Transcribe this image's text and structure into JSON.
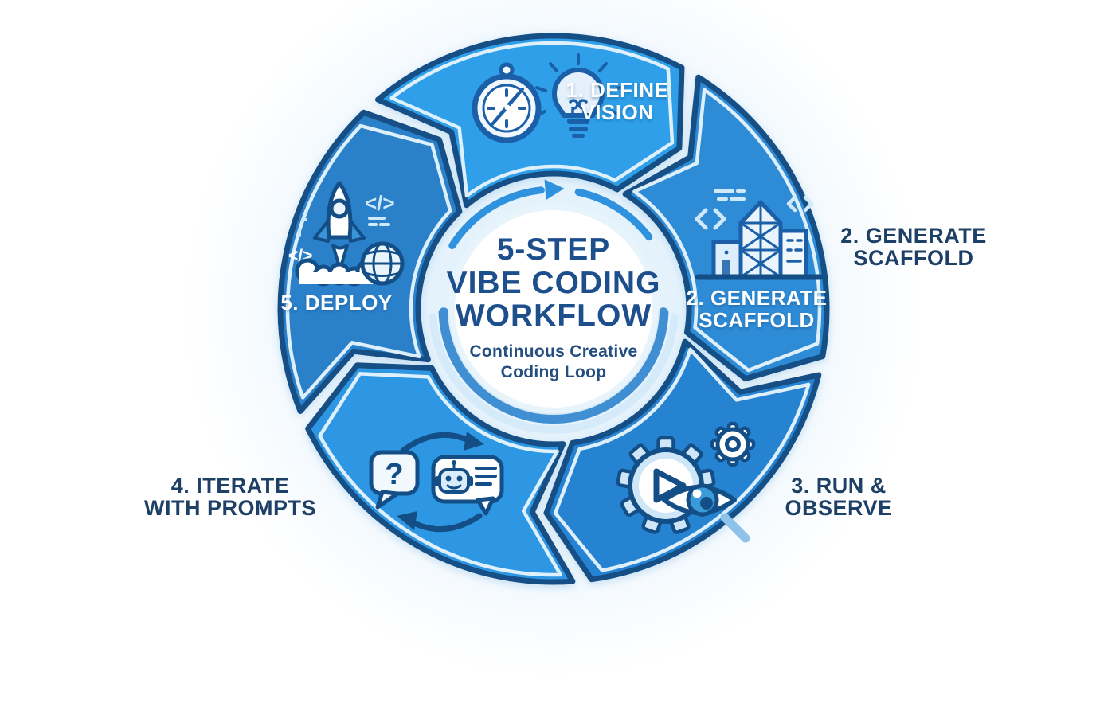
{
  "diagram": {
    "title_lines": [
      "5-STEP",
      "VIBE CODING",
      "WORKFLOW"
    ],
    "subtitle_lines": [
      "Continuous Creative",
      "Coding Loop"
    ],
    "loop_direction": "clockwise",
    "colors": {
      "background": "#ffffff",
      "segment_border": "#134f86",
      "segment_inner_stroke": "#e7f4fd",
      "inner_ring_blue": "#3f8fd2",
      "inner_ring_light": "#d6ebfa",
      "white_hub": "#ffffff",
      "hub_glow": "#e8f4fc",
      "arc_arrow": "#2f92df",
      "inner_label_text": "#ffffff",
      "outer_label_text": "#1e3f66",
      "title_text": "#1d4f8c"
    },
    "steps": [
      {
        "id": "define-vision",
        "inner_lines": [
          "1. DEFINE",
          "VISION"
        ],
        "outer_lines": [],
        "color": "#2d9fe8",
        "icons": [
          "compass-icon",
          "lightbulb-icon"
        ]
      },
      {
        "id": "generate-scaffold",
        "inner_lines": [
          "2. GENERATE",
          "SCAFFOLD"
        ],
        "outer_lines": [
          "2. GENERATE",
          "SCAFFOLD"
        ],
        "color": "#2e8bd5",
        "icons": [
          "scaffold-building-icon",
          "code-brackets-icon"
        ]
      },
      {
        "id": "run-observe",
        "inner_lines": [],
        "outer_lines": [
          "3. RUN &",
          "OBSERVE"
        ],
        "color": "#2583d1",
        "icons": [
          "gear-icon",
          "play-icon",
          "eye-icon",
          "magnifier-handle-icon"
        ]
      },
      {
        "id": "iterate-with-prompts",
        "inner_lines": [],
        "outer_lines": [
          "4. ITERATE",
          "WITH PROMPTS"
        ],
        "color": "#2f97e4",
        "icons": [
          "question-bubble-icon",
          "robot-chat-icon",
          "cycle-arrows-icon"
        ]
      },
      {
        "id": "deploy",
        "inner_lines": [
          "5. DEPLOY"
        ],
        "outer_lines": [],
        "color": "#2b80c9",
        "icons": [
          "rocket-icon",
          "globe-icon",
          "code-brackets-icon"
        ]
      }
    ]
  }
}
